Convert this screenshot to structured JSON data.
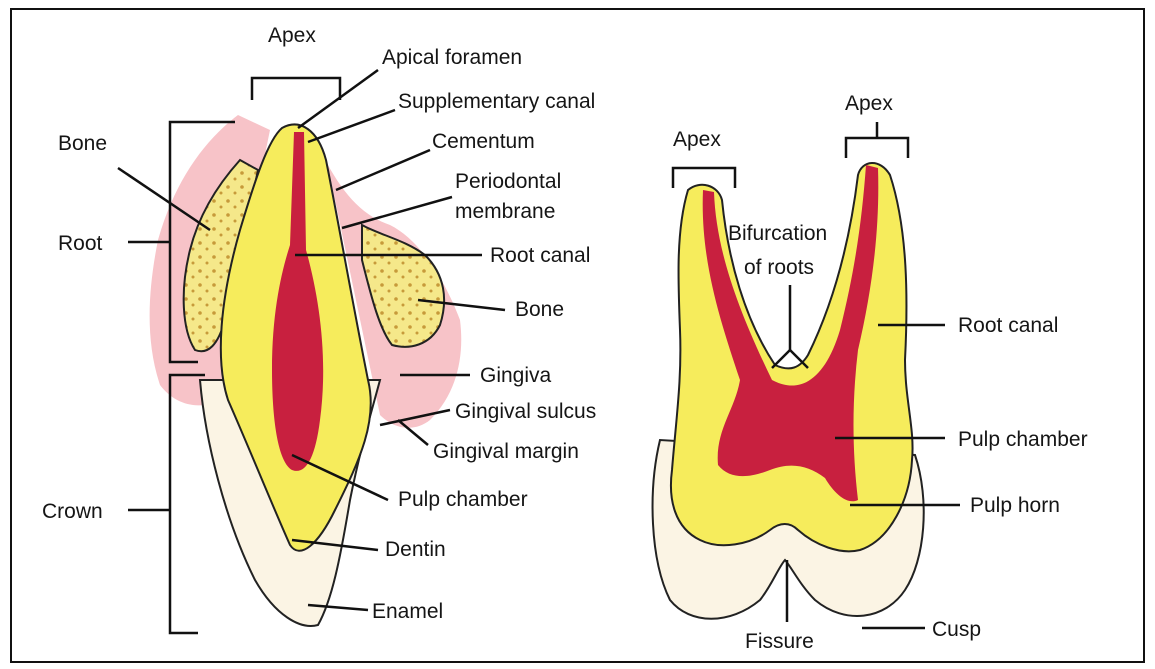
{
  "colors": {
    "enamel": "#fbf4e4",
    "dentin": "#f6ec5c",
    "pulp": "#c8203f",
    "gingiva": "#f7c3c8",
    "bone_fill": "#f5e88a",
    "bone_dots": "#c79a3a",
    "outline": "#222222",
    "line": "#111111"
  },
  "incisor": {
    "labels": {
      "apex": "Apex",
      "apical_foramen": "Apical foramen",
      "supplementary_canal": "Supplementary canal",
      "cementum": "Cementum",
      "periodontal_line1": "Periodontal",
      "periodontal_line2": "membrane",
      "root_canal": "Root canal",
      "bone_right": "Bone",
      "gingiva": "Gingiva",
      "gingival_sulcus": "Gingival sulcus",
      "gingival_margin": "Gingival margin",
      "pulp_chamber": "Pulp chamber",
      "dentin": "Dentin",
      "enamel": "Enamel",
      "bone_left": "Bone",
      "root": "Root",
      "crown": "Crown"
    }
  },
  "molar": {
    "labels": {
      "apex_left": "Apex",
      "apex_right": "Apex",
      "bifurcation_line1": "Bifurcation",
      "bifurcation_line2": "of roots",
      "root_canal": "Root canal",
      "pulp_chamber": "Pulp chamber",
      "pulp_horn": "Pulp horn",
      "fissure": "Fissure",
      "cusp": "Cusp"
    }
  }
}
